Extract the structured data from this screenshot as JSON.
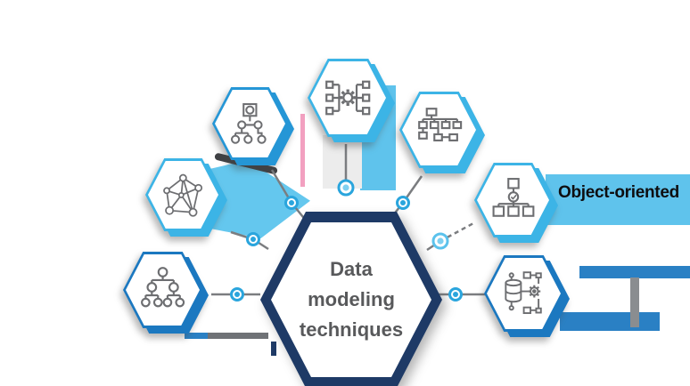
{
  "diagram": {
    "center": {
      "line1": "Data",
      "line2": "modeling",
      "line3": "techniques"
    },
    "labels": {
      "middle_right": "Object-oriented"
    },
    "techniques": [
      {
        "position": "top-center",
        "icon": "process-gear-icon"
      },
      {
        "position": "upper-left",
        "icon": "object-tree-icon"
      },
      {
        "position": "middle-left",
        "icon": "network-graph-icon"
      },
      {
        "position": "bottom-left",
        "icon": "hierarchy-tree-icon"
      },
      {
        "position": "upper-right",
        "icon": "sitemap-icon"
      },
      {
        "position": "middle-right",
        "icon": "decision-tree-icon"
      },
      {
        "position": "bottom-right",
        "icon": "database-integration-icon"
      }
    ],
    "colors": {
      "navy": "#1e3a66",
      "light_blue": "#3cb4e6",
      "deep_blue": "#1b78c0",
      "band_light_blue": "#5fc3ec",
      "band_deep_blue": "#2a80c4",
      "icon_gray": "#6d6e71",
      "text_gray": "#58595b",
      "node_blue": "#2aa5dd",
      "connector_gray": "#7b7d80"
    }
  }
}
